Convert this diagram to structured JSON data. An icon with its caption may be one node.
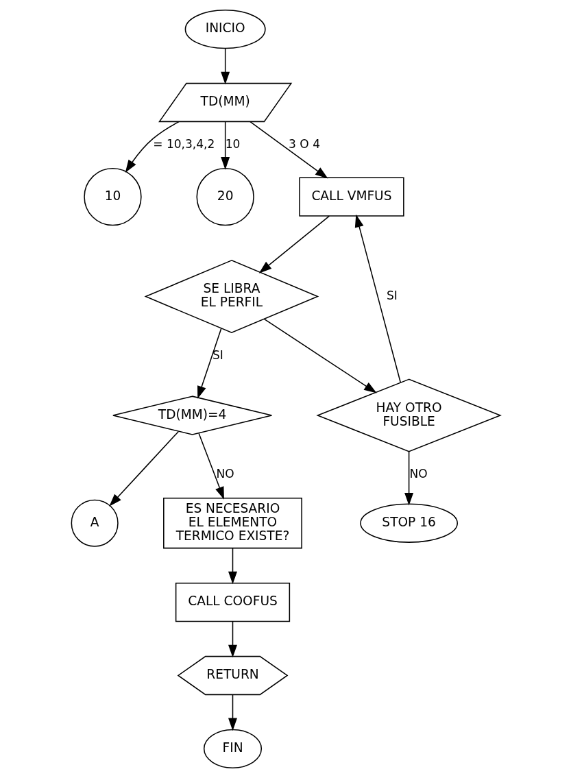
{
  "diagram": {
    "nodes": [
      {
        "text": [
          "INICIO"
        ]
      },
      {
        "text": [
          "TD(MM)"
        ]
      },
      {
        "text": [
          "10"
        ]
      },
      {
        "text": [
          "20"
        ]
      },
      {
        "text": [
          "CALL VMFUS"
        ]
      },
      {
        "text": [
          "SE LIBRA EL PERFIL"
        ]
      },
      {
        "text": [
          "HAY OTRO FUSIBLE"
        ]
      },
      {
        "text": [
          "STOP 16"
        ]
      },
      {
        "text": [
          "TD(MM)=4"
        ]
      },
      {
        "text": [
          "A"
        ]
      },
      {
        "text": [
          "ES NECESARIO EL ELEMENTO TERMICO EXISTE?"
        ]
      },
      {
        "text": [
          "CALL COOFUS"
        ]
      },
      {
        "text": [
          "RETURN"
        ]
      },
      {
        "text": [
          "FIN"
        ]
      }
    ],
    "edges": [
      {
        "from": 0,
        "to": 1,
        "arrow": "to"
      },
      {
        "from": 1,
        "to": 2,
        "arrow": "to",
        "label": "= 10,3,4,2"
      },
      {
        "from": 1,
        "to": 3,
        "arrow": "to",
        "label": "10"
      },
      {
        "from": 1,
        "to": 4,
        "arrow": "to",
        "label": "3 O 4"
      },
      {
        "from": 4,
        "to": 5,
        "arrow": "to"
      },
      {
        "from": 5,
        "to": 8,
        "arrow": "to",
        "label": "SI"
      },
      {
        "from": 5,
        "to": 6,
        "arrow": "to"
      },
      {
        "from": 6,
        "to": 4,
        "arrow": "to",
        "label": "SI"
      },
      {
        "from": 6,
        "to": 7,
        "arrow": "to",
        "label": "NO"
      },
      {
        "from": 8,
        "to": 9,
        "arrow": "to"
      },
      {
        "from": 8,
        "to": 10,
        "arrow": "to",
        "label": "NO"
      },
      {
        "from": 10,
        "to": 11,
        "arrow": "to"
      },
      {
        "from": 11,
        "to": 12,
        "arrow": "to"
      },
      {
        "from": 12,
        "to": 13,
        "arrow": "to"
      }
    ]
  }
}
